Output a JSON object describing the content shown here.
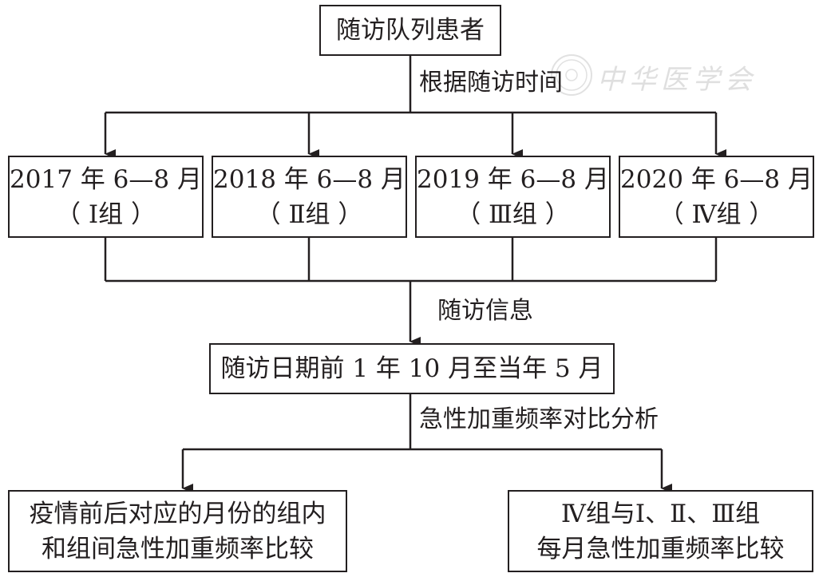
{
  "top_box": "随访队列患者",
  "label_split": "根据随访时间",
  "groups": [
    {
      "period": "2017 年 6—8 月",
      "group": "（ Ⅰ组 ）"
    },
    {
      "period": "2018 年 6—8 月",
      "group": "（ Ⅱ组 ）"
    },
    {
      "period": "2019 年 6—8 月",
      "group": "（ Ⅲ组 ）"
    },
    {
      "period": "2020 年 6—8 月",
      "group": "（ Ⅳ组 ）"
    }
  ],
  "label_merge": "随访信息",
  "middle_box": "随访日期前 1 年 10 月至当年 5 月",
  "label_analysis": "急性加重频率对比分析",
  "bottom_left": {
    "line1": "疫情前后对应的月份的组内",
    "line2": "和组间急性加重频率比较"
  },
  "bottom_right": {
    "line1": "Ⅳ组与Ⅰ、Ⅱ、Ⅲ组",
    "line2": "每月急性加重频率比较"
  },
  "watermark": "中华医学会"
}
